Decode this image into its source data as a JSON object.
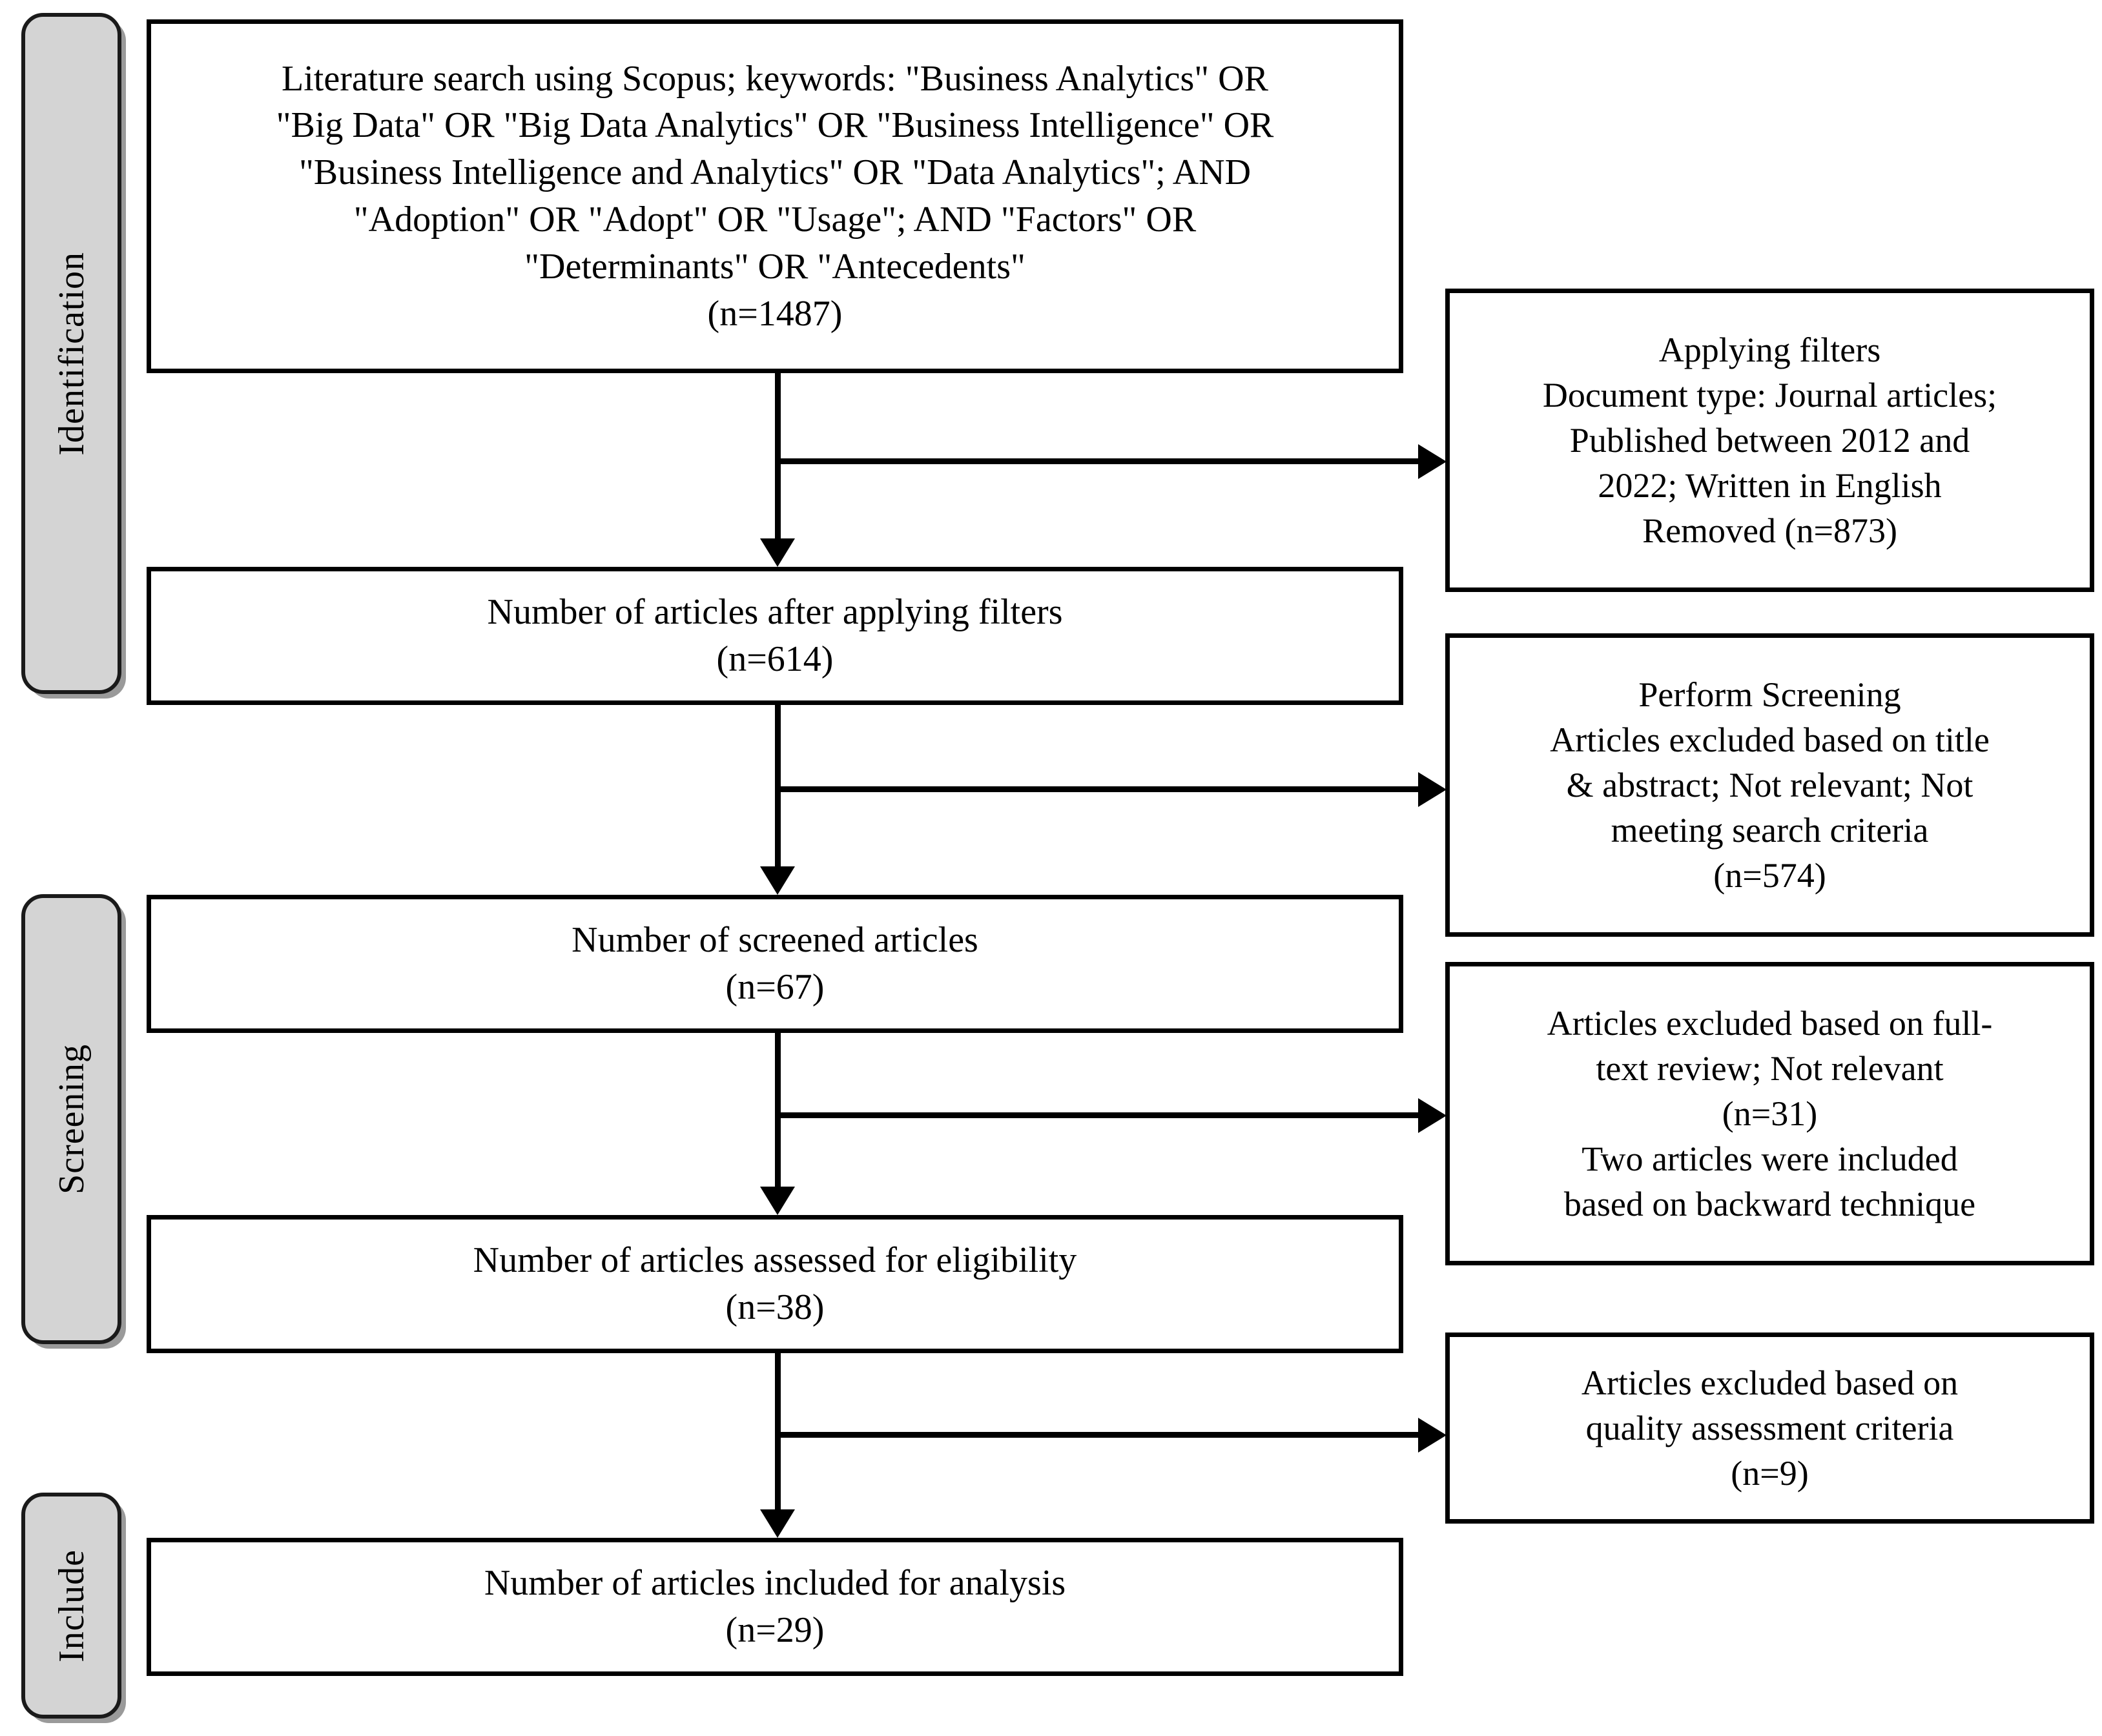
{
  "diagram": {
    "title": "PRISMA literature selection flow",
    "stages": [
      {
        "id": "identification",
        "label": "Identification"
      },
      {
        "id": "screening",
        "label": "Screening"
      },
      {
        "id": "include",
        "label": "Include"
      }
    ],
    "main_boxes": [
      {
        "id": "search",
        "lines": [
          "Literature search using Scopus; keywords: \"Business Analytics\" OR",
          "\"Big Data\" OR \"Big Data Analytics\" OR \"Business Intelligence\" OR",
          "\"Business Intelligence and Analytics\" OR \"Data Analytics\"; AND",
          "\"Adoption\" OR \"Adopt\" OR \"Usage\"; AND \"Factors\" OR",
          "\"Determinants\" OR \"Antecedents\"",
          "(n=1487)"
        ],
        "count": "n=1487"
      },
      {
        "id": "after-filters",
        "lines": [
          "Number of articles after applying filters",
          "(n=614)"
        ],
        "count": "n=614"
      },
      {
        "id": "screened",
        "lines": [
          "Number of screened articles",
          "(n=67)"
        ],
        "count": "n=67"
      },
      {
        "id": "eligibility",
        "lines": [
          "Number of articles assessed for eligibility",
          "(n=38)"
        ],
        "count": "n=38"
      },
      {
        "id": "included",
        "lines": [
          "Number of articles included for analysis",
          "(n=29)"
        ],
        "count": "n=29"
      }
    ],
    "side_boxes": [
      {
        "id": "applying-filters",
        "lines": [
          "Applying filters",
          "Document type: Journal articles;",
          "Published between 2012 and",
          "2022; Written in English",
          "Removed (n=873)"
        ],
        "count": "n=873"
      },
      {
        "id": "perform-screening",
        "lines": [
          "Perform Screening",
          "Articles excluded based on title",
          "& abstract; Not relevant; Not",
          "meeting search criteria",
          "(n=574)"
        ],
        "count": "n=574"
      },
      {
        "id": "full-text-exclusion",
        "lines": [
          "Articles excluded based on full-",
          "text review; Not relevant",
          "(n=31)",
          "Two articles were included",
          "based on backward technique"
        ],
        "count": "n=31"
      },
      {
        "id": "quality-exclusion",
        "lines": [
          "Articles excluded based on",
          "quality assessment criteria",
          "(n=9)"
        ],
        "count": "n=9"
      }
    ],
    "colors": {
      "stage_fill": "#d4d4d4",
      "border": "#000000",
      "background": "#ffffff"
    }
  }
}
